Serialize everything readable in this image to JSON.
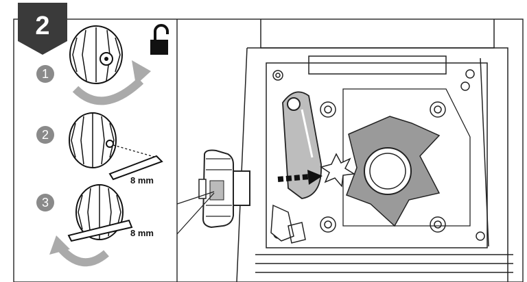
{
  "header": {
    "step_badge": "2"
  },
  "steps": [
    {
      "number": "1",
      "icon": "knob-rotate-icon"
    },
    {
      "number": "2",
      "icon": "hex-key-insert-icon",
      "tool_size": "8 mm"
    },
    {
      "number": "3",
      "icon": "knob-rotate-back-icon",
      "tool_size": "8 mm"
    }
  ],
  "status": {
    "lock_icon": "unlock-icon"
  },
  "colors": {
    "badge": "#3a3a3a",
    "step_circle": "#8a8a8a",
    "line": "#222222",
    "shade": "#9a9a9a"
  }
}
